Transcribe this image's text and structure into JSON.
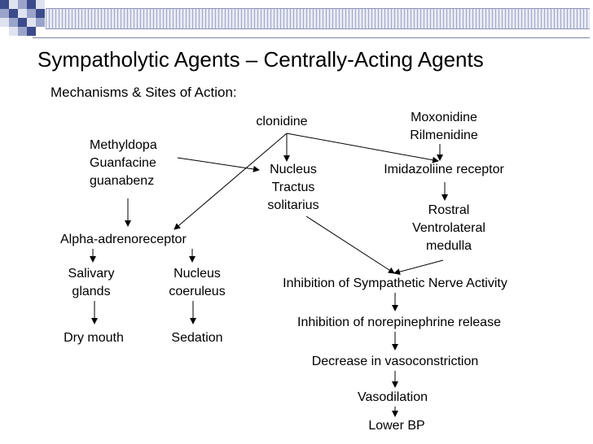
{
  "slide": {
    "title": "Sympatholytic Agents – Centrally-Acting Agents",
    "subtitle": "Mechanisms & Sites of Action:",
    "header_colors": {
      "dark": "#3c4b8c",
      "mid": "#9aa3c9",
      "light": "#dfe3f0"
    }
  },
  "nodes": {
    "clonidine": "clonidine",
    "moxonidine": [
      "Moxonidine",
      "Rilmenidine"
    ],
    "methyldopa": [
      "Methyldopa",
      "Guanfacine",
      "guanabenz"
    ],
    "nts": [
      "Nucleus",
      "Tractus",
      "solitarius"
    ],
    "imidazoline": "Imidazoliine receptor",
    "rvlm": [
      "Rostral",
      "Ventrolateral",
      "medulla"
    ],
    "alpha": "Alpha-adrenoreceptor",
    "salivary": [
      "Salivary",
      "glands"
    ],
    "coeruleus": [
      "Nucleus",
      "coeruleus"
    ],
    "inhibition_sna": "Inhibition of Sympathetic Nerve Activity",
    "inhibition_ne": "Inhibition of norepinephrine release",
    "decrease_vaso": "Decrease in vasoconstriction",
    "vasodilation": "Vasodilation",
    "lower_bp": "Lower BP",
    "dry_mouth": "Dry mouth",
    "sedation": "Sedation"
  }
}
